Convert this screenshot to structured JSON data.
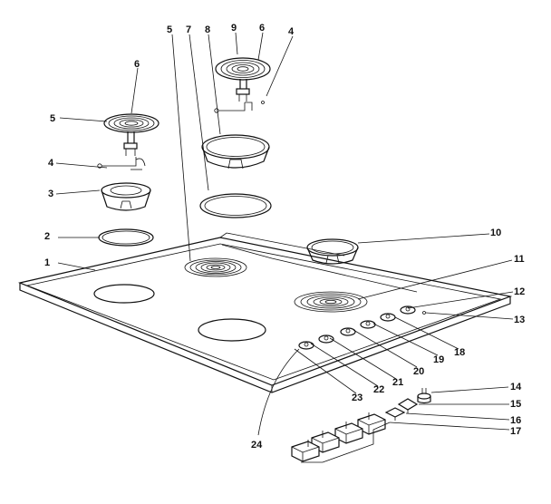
{
  "diagram": {
    "callouts": {
      "c1": "1",
      "c2": "2",
      "c3": "3",
      "c4a": "4",
      "c4b": "4",
      "c5a": "5",
      "c5b": "5",
      "c6a": "6",
      "c6b": "6",
      "c7": "7",
      "c8": "8",
      "c9": "9",
      "c10": "10",
      "c11": "11",
      "c12": "12",
      "c13": "13",
      "c14": "14",
      "c15": "15",
      "c16": "16",
      "c17": "17",
      "c18": "18",
      "c19": "19",
      "c20": "20",
      "c21": "21",
      "c22": "22",
      "c23": "23",
      "c24": "24"
    }
  }
}
